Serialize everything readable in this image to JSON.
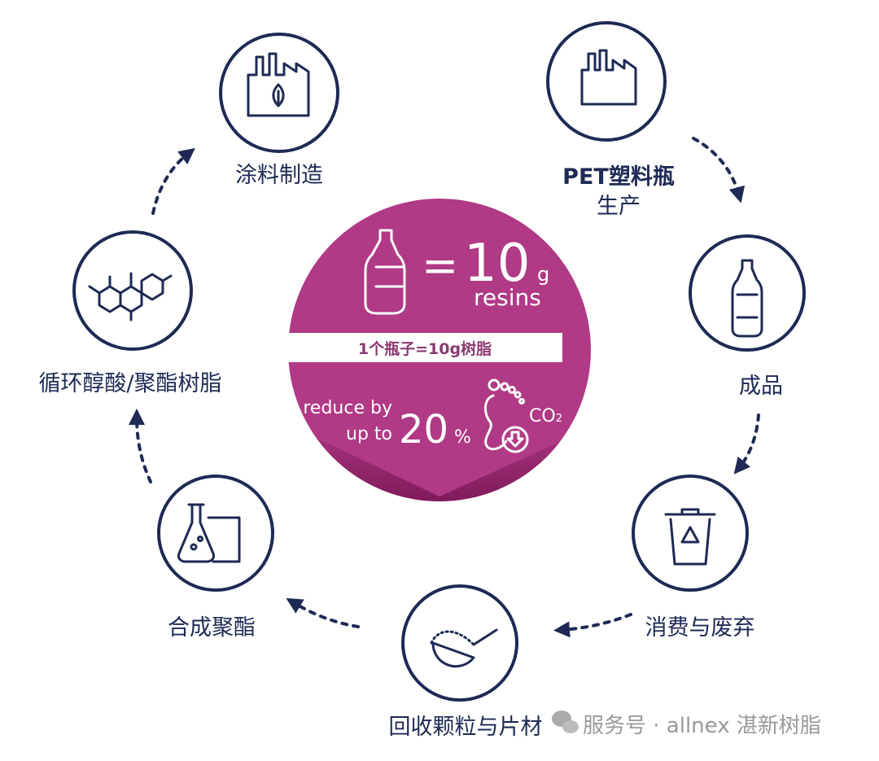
{
  "nodes": {
    "coating": {
      "label": "涂料制造",
      "icon": "factory-leaf-icon"
    },
    "pet": {
      "label_line1": "PET塑料瓶",
      "label_line2": "生产",
      "icon": "factory-icon"
    },
    "product": {
      "label": "成品",
      "icon": "bottle-icon"
    },
    "consume": {
      "label": "消费与废弃",
      "icon": "recycle-bin-icon"
    },
    "recycle": {
      "label": "回收颗粒与片材",
      "icon": "scoop-icon"
    },
    "synth": {
      "label": "合成聚酯",
      "icon": "flask-beaker-icon"
    },
    "alkyd": {
      "label": "循环醇酸/聚酯树脂",
      "icon": "molecule-icon"
    }
  },
  "center": {
    "equals": "=",
    "amount": "10",
    "unit": "g",
    "resins": "resins",
    "band": "1个瓶子=10g树脂",
    "reduce_line1": "reduce by",
    "reduce_line2": "up to",
    "percent_value": "20",
    "percent_sign": "%",
    "co2": "CO",
    "co2_sub": "2"
  },
  "watermark": "服务号 · allnex 湛新树脂",
  "colors": {
    "accent": "#b03a85",
    "navy": "#1e2a55"
  }
}
